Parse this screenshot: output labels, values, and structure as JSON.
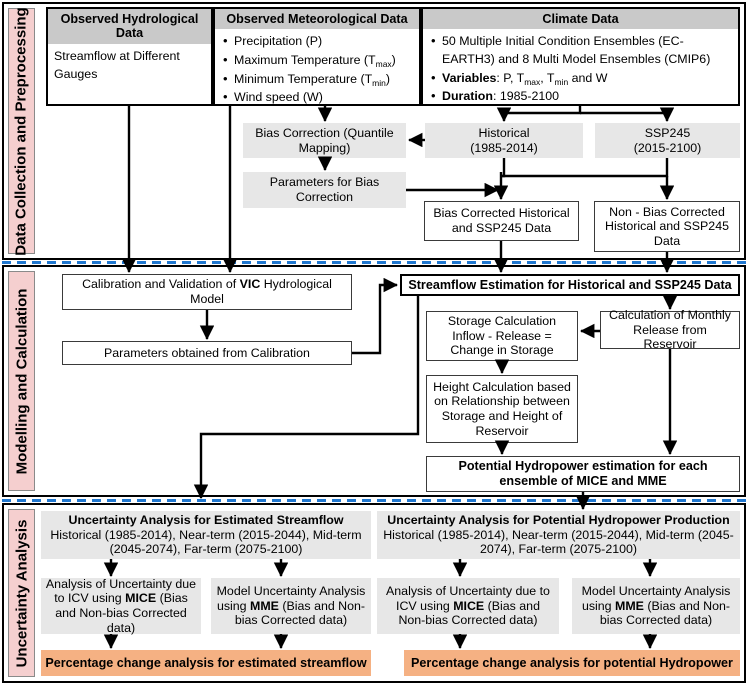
{
  "bands": [
    {
      "id": "band-data-collection",
      "label": "Data Collection and Preprocessing"
    },
    {
      "id": "band-modelling",
      "label": "Modelling and Calculation"
    },
    {
      "id": "band-uncertainty",
      "label": "Uncertainty Analysis"
    }
  ],
  "section1": {
    "card_hydro": {
      "title": "Observed Hydrological Data",
      "body": "Streamflow at Different Gauges"
    },
    "card_meteo": {
      "title": "Observed Meteorological Data",
      "items": [
        {
          "text": "Precipitation (P)"
        },
        {
          "text": "Maximum Temperature (T",
          "sub": "max",
          "tail": ")"
        },
        {
          "text": "Minimum Temperature (T",
          "sub": "min",
          "tail": ")"
        },
        {
          "text": "Wind speed (W)"
        }
      ]
    },
    "card_climate": {
      "title": "Climate Data",
      "line1": "50 Multiple Initial Condition Ensembles (EC-EARTH3) and 8 Multi Model Ensembles (CMIP6)",
      "line2_label": "Variables",
      "line2_value": ": P, T",
      "line2_sub1": "max",
      "line2_mid": ", T",
      "line2_sub2": "min",
      "line2_tail": " and W",
      "line3_label": "Duration",
      "line3_value": ": 1985-2100"
    },
    "bias_correction": "Bias Correction (Quantile Mapping)",
    "bias_parameters": "Parameters for Bias Correction",
    "historical": "Historical\n(1985-2014)",
    "historical_l1": "Historical",
    "historical_l2": "(1985-2014)",
    "ssp245_l1": "SSP245",
    "ssp245_l2": "(2015-2100)",
    "bias_corrected_data": "Bias Corrected Historical and SSP245 Data",
    "non_bias_corrected_data": "Non - Bias Corrected Historical and SSP245 Data"
  },
  "section2": {
    "calibration_pre": "Calibration and Validation of ",
    "calibration_bold": "VIC",
    "calibration_post": " Hydrological Model",
    "parameters_from_calibration": "Parameters obtained from Calibration",
    "streamflow_estimation": "Streamflow Estimation for Historical and SSP245 Data",
    "storage_calculation": "Storage Calculation Inflow - Release = Change in Storage",
    "monthly_release": "Calculation of Monthly Release from Reservoir",
    "height_calculation": "Height Calculation based on Relationship  between Storage and Height of Reservoir",
    "potential_hydropower": "Potential Hydropower estimation for each ensemble of MICE and MME"
  },
  "section3": {
    "left_header_bold": "Uncertainty Analysis for Estimated Streamflow",
    "left_header_sub": "Historical (1985-2014), Near-term (2015-2044), Mid-term (2045-2074), Far-term (2075-2100)",
    "right_header_bold": "Uncertainty Analysis for Potential Hydropower Production",
    "right_header_sub": "Historical (1985-2014), Near-term (2015-2044), Mid-term (2045-2074), Far-term (2075-2100)",
    "box_icv_left_pre": "Analysis of Uncertainty due to ICV using ",
    "box_icv_left_bold": "MICE",
    "box_icv_left_post": " (Bias and Non-bias Corrected data)",
    "box_mme_left_pre": "Model Uncertainty Analysis using ",
    "box_mme_left_bold": "MME",
    "box_mme_left_post": " (Bias  and Non-bias Corrected data)",
    "box_icv_right_pre": "Analysis of Uncertainty due to ICV using ",
    "box_icv_right_bold": "MICE",
    "box_icv_right_post": " (Bias and Non-bias Corrected data)",
    "box_mme_right_pre": "Model Uncertainty Analysis using ",
    "box_mme_right_bold": "MME",
    "box_mme_right_post": " (Bias and Non-bias Corrected data)",
    "result_left": "Percentage change analysis for estimated streamflow",
    "result_right": "Percentage change analysis for potential Hydropower"
  },
  "colors": {
    "band_pink": "#f5cfcf",
    "header_grey": "#c9c9c9",
    "node_grey": "#e7e7e7",
    "result_orange": "#f5b183",
    "divider_blue": "#1f77d0"
  }
}
